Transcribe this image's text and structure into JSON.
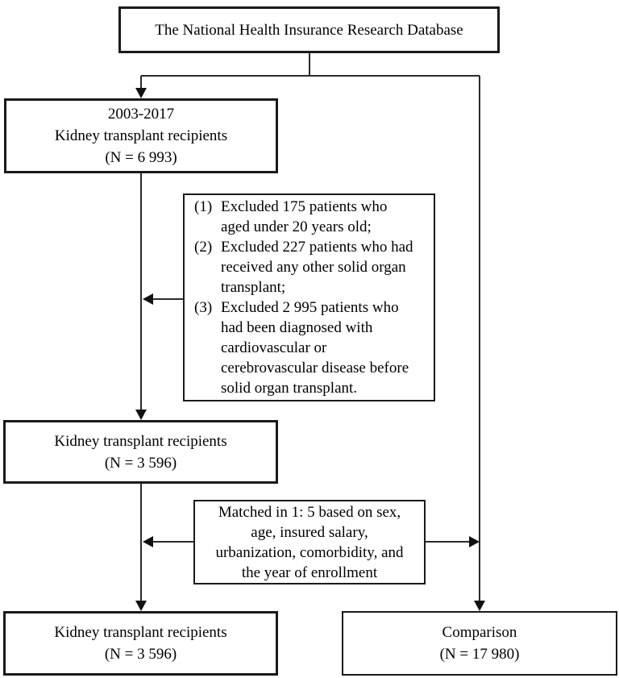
{
  "figure": {
    "boxes": {
      "database": {
        "lines": [
          "The National Health Insurance Research Database"
        ]
      },
      "cohort_initial": {
        "lines": [
          "2003-2017",
          "Kidney transplant recipients",
          "(N = 6 993)"
        ]
      },
      "exclusions": {
        "items": [
          {
            "marker": "(1)",
            "lines": [
              "Excluded 175 patients who",
              "aged under 20 years old;"
            ]
          },
          {
            "marker": "(2)",
            "lines": [
              "Excluded 227 patients who had",
              "received any other solid organ",
              "transplant;"
            ]
          },
          {
            "marker": "(3)",
            "lines": [
              "Excluded 2 995 patients who",
              "had been diagnosed with",
              "cardiovascular or",
              "cerebrovascular disease before",
              "solid organ transplant."
            ]
          }
        ]
      },
      "cohort_after_exclusion": {
        "lines": [
          "Kidney transplant recipients",
          "(N = 3 596)"
        ]
      },
      "matching": {
        "lines": [
          "Matched in 1: 5 based on sex,",
          "age, insured salary,",
          "urbanization, comorbidity, and",
          "the year of enrollment"
        ]
      },
      "final_cohort": {
        "lines": [
          "Kidney transplant recipients",
          "(N = 3 596)"
        ]
      },
      "comparison": {
        "lines": [
          "Comparison",
          "(N = 17 980)"
        ]
      }
    },
    "line_color": "#2a2a2a",
    "arrow_color": "#111111"
  }
}
